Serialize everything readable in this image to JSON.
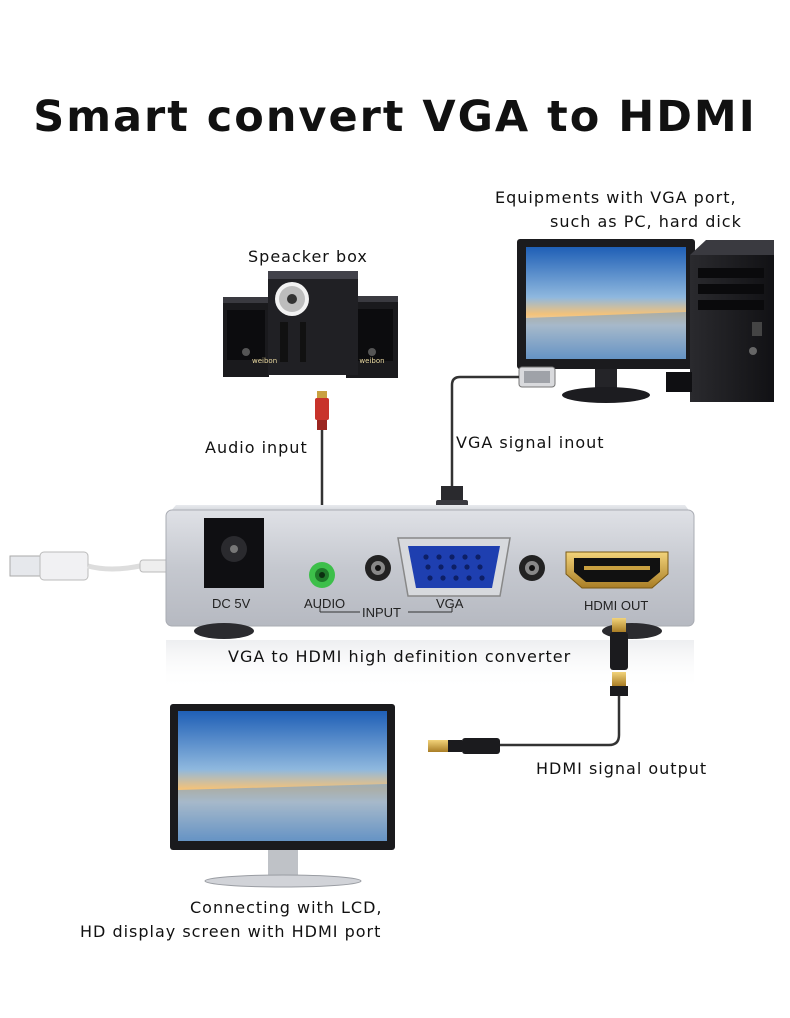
{
  "title": "Smart convert VGA to HDMI",
  "labels": {
    "equipments_line1": "Equipments with VGA port,",
    "equipments_line2": "such as PC, hard dick",
    "speaker_box": "Speacker box",
    "audio_input": "Audio input",
    "vga_signal": "VGA signal inout",
    "converter": "VGA to HDMI high definition converter",
    "hdmi_output": "HDMI signal output",
    "lcd_line1": "Connecting with LCD,",
    "lcd_line2": "HD display screen with HDMI port"
  },
  "ports": {
    "dc": "DC 5V",
    "audio": "AUDIO",
    "input": "INPUT",
    "vga": "VGA",
    "hdmi_out": "HDMI OUT"
  },
  "brand": "weibon",
  "colors": {
    "box_silver": "#c9ccd3",
    "vga_blue": "#1e3fb0",
    "hdmi_gold": "#c9a040",
    "audio_green": "#3dbf4a",
    "rca_red": "#c8332b"
  }
}
